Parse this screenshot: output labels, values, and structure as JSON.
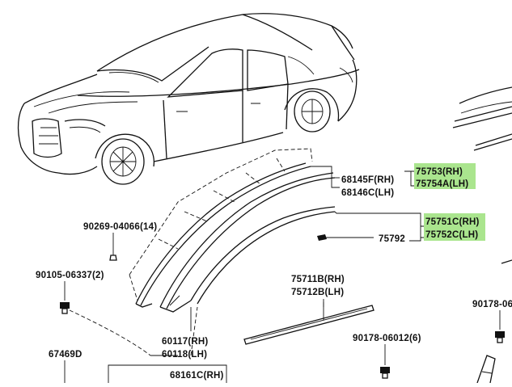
{
  "colors": {
    "highlight": "#9be07a",
    "line": "#111111",
    "background": "#ffffff"
  },
  "callouts": {
    "c90269": "90269-04066(14)",
    "c90105": "90105-06337(2)",
    "c67469": "67469D",
    "c68145": "68145F(RH)",
    "c68146": "68146C(LH)",
    "c75753": "75753(RH)",
    "c75754": "75754A(LH)",
    "c75751": "75751C(RH)",
    "c75752": "75752C(LH)",
    "c75792": "75792",
    "c75711": "75711B(RH)",
    "c75712": "75712B(LH)",
    "c60117": "60117(RH)",
    "c60118": "60118(LH)",
    "c68161": "68161C(RH)",
    "c90178a": "90178-06012(6)",
    "c90178b": "90178-06"
  }
}
